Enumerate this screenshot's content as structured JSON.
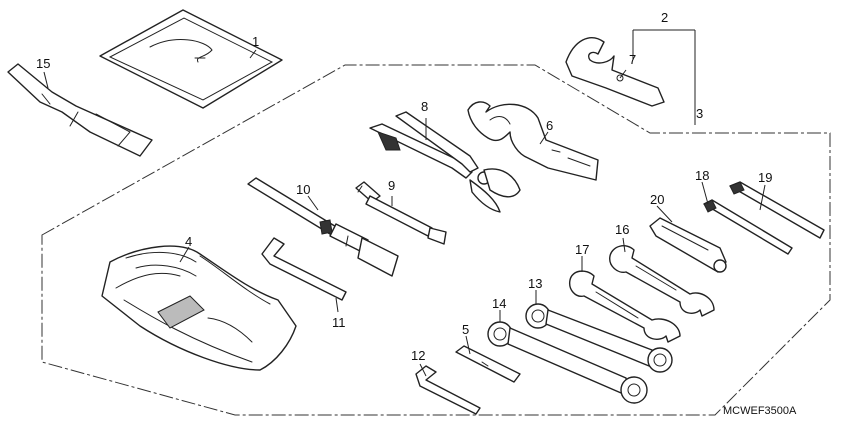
{
  "callouts": {
    "c1": "1",
    "c2": "2",
    "c3": "3",
    "c4": "4",
    "c5": "5",
    "c6": "6",
    "c7": "7",
    "c8": "8",
    "c9": "9",
    "c10": "10",
    "c11": "11",
    "c12": "12",
    "c13": "13",
    "c14": "14",
    "c15": "15",
    "c16": "16",
    "c17": "17",
    "c18": "18",
    "c19": "19",
    "c20": "20"
  },
  "diagram_code": "MCWEF3500A"
}
